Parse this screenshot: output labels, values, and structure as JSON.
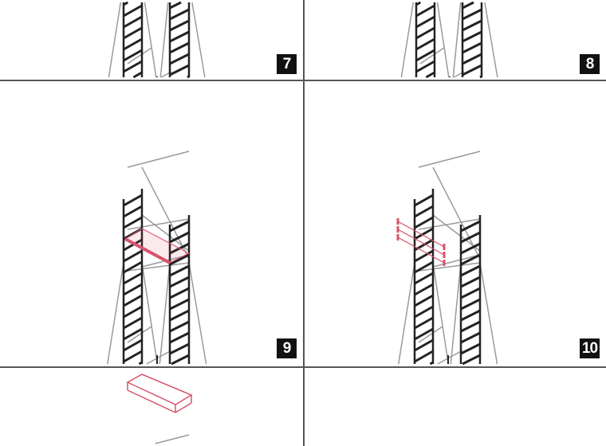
{
  "steps": [
    {
      "number": "7"
    },
    {
      "number": "8"
    },
    {
      "number": "9"
    },
    {
      "number": "10"
    }
  ],
  "colors": {
    "frame": "#222222",
    "brace": "#9a9a9a",
    "highlight": "#d9536b",
    "badge": "#111111"
  }
}
